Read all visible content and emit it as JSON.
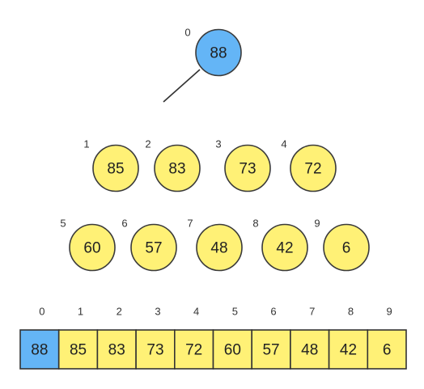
{
  "colors": {
    "highlight": "#64b5f6",
    "node": "#fff176",
    "stroke": "#333333"
  },
  "tree": {
    "nodes": [
      {
        "index": "0",
        "value": "88",
        "highlighted": true
      },
      {
        "index": "1",
        "value": "85",
        "highlighted": false
      },
      {
        "index": "2",
        "value": "83",
        "highlighted": false
      },
      {
        "index": "3",
        "value": "73",
        "highlighted": false
      },
      {
        "index": "4",
        "value": "72",
        "highlighted": false
      },
      {
        "index": "5",
        "value": "60",
        "highlighted": false
      },
      {
        "index": "6",
        "value": "57",
        "highlighted": false
      },
      {
        "index": "7",
        "value": "48",
        "highlighted": false
      },
      {
        "index": "8",
        "value": "42",
        "highlighted": false
      },
      {
        "index": "9",
        "value": "6",
        "highlighted": false
      }
    ]
  },
  "array": {
    "cells": [
      {
        "index": "0",
        "value": "88",
        "highlighted": true
      },
      {
        "index": "1",
        "value": "85",
        "highlighted": false
      },
      {
        "index": "2",
        "value": "83",
        "highlighted": false
      },
      {
        "index": "3",
        "value": "73",
        "highlighted": false
      },
      {
        "index": "4",
        "value": "72",
        "highlighted": false
      },
      {
        "index": "5",
        "value": "60",
        "highlighted": false
      },
      {
        "index": "6",
        "value": "57",
        "highlighted": false
      },
      {
        "index": "7",
        "value": "48",
        "highlighted": false
      },
      {
        "index": "8",
        "value": "42",
        "highlighted": false
      },
      {
        "index": "9",
        "value": "6",
        "highlighted": false
      }
    ]
  }
}
